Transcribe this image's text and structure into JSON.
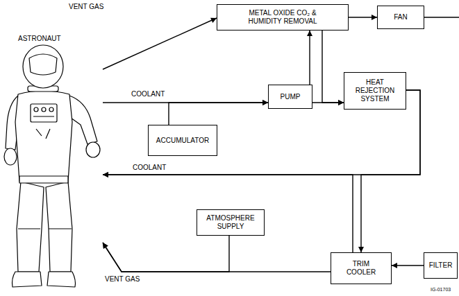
{
  "diagram": {
    "nodes": [
      {
        "text": [
          "ASTRONAUT"
        ]
      },
      {
        "text": [
          "METAL OXIDE CO₂ & HUMIDITY REMOVAL"
        ]
      },
      {
        "text": [
          "FAN"
        ]
      },
      {
        "text": [
          "PUMP"
        ]
      },
      {
        "text": [
          "HEAT REJECTION SYSTEM"
        ]
      },
      {
        "text": [
          "ACCUMULATOR"
        ]
      },
      {
        "text": [
          "ATMOSPHERE SUPPLY"
        ]
      },
      {
        "text": [
          "TRIM COOLER"
        ]
      },
      {
        "text": [
          "FILTER"
        ]
      }
    ],
    "edges": [
      {
        "from": 0,
        "to": 1,
        "label": "VENT GAS",
        "arrow": "to"
      },
      {
        "from": 1,
        "to": 2,
        "arrow": "to"
      },
      {
        "from": 0,
        "to": 3,
        "label": "COOLANT",
        "arrow": "to"
      },
      {
        "from": 5,
        "to": 3,
        "arrow": "to"
      },
      {
        "from": 3,
        "to": 4,
        "arrow": "to"
      },
      {
        "from": 3,
        "to": 1,
        "arrow": "to"
      },
      {
        "from": 1,
        "to": 4,
        "arrow": "to"
      },
      {
        "from": 4,
        "to": 0,
        "label": "COOLANT",
        "arrow": "to"
      },
      {
        "from": 4,
        "to": 7,
        "arrow": "to"
      },
      {
        "from": 7,
        "to": 0,
        "arrow": "to"
      },
      {
        "from": 8,
        "to": 7,
        "arrow": "to"
      },
      {
        "from": 7,
        "to": 0,
        "label": "VENT GAS",
        "arrow": "to"
      },
      {
        "from": 6,
        "to": 0,
        "arrow": "to"
      }
    ],
    "labels": [
      "IG-01703"
    ]
  }
}
